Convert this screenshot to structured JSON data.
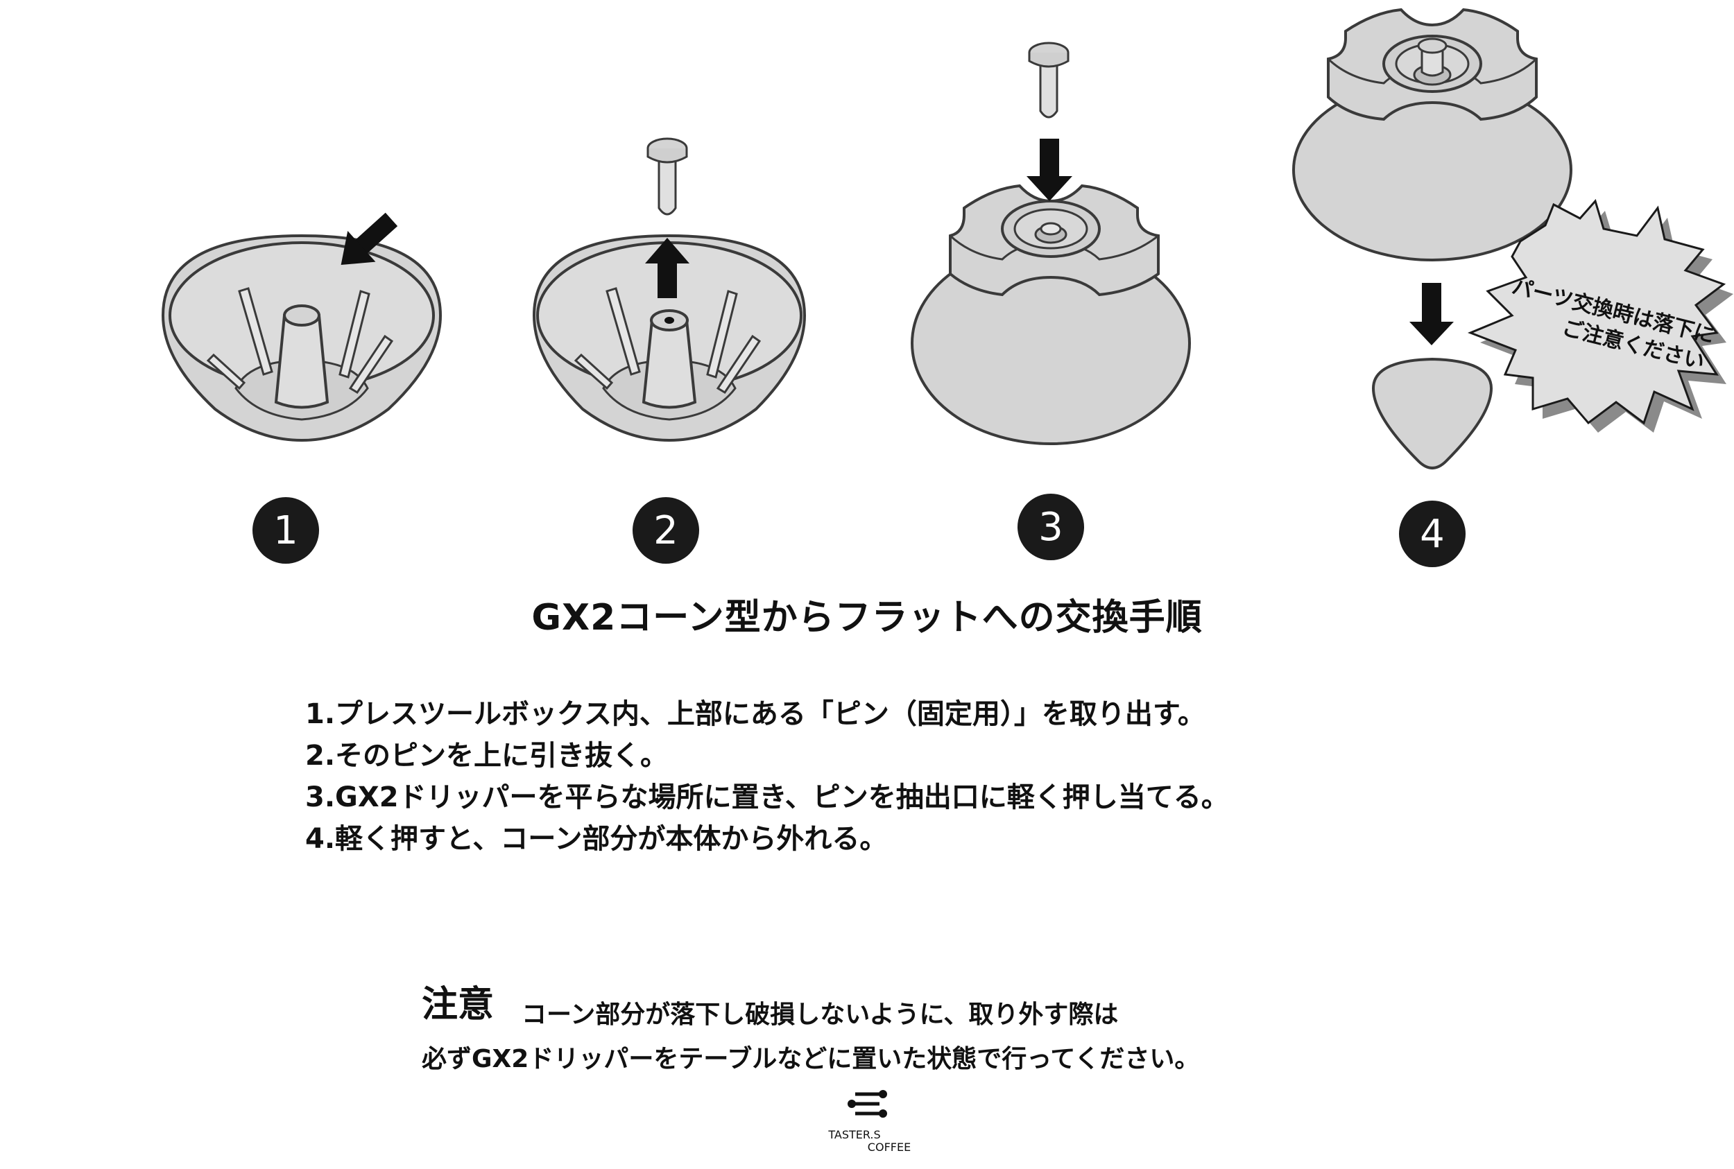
{
  "diagram": {
    "step_badges": [
      "1",
      "2",
      "3",
      "4"
    ],
    "warning_burst": {
      "line1": "パーツ交換時は落下に",
      "line2": "ご注意ください"
    }
  },
  "title": "GX2コーン型からフラットへの交換手順",
  "steps": [
    "1.プレスツールボックス内、上部にある「ピン（固定用）」を取り出す。",
    "2.そのピンを上に引き抜く。",
    "3.GX2ドリッパーを平らな場所に置き、ピンを抽出口に軽く押し当てる。",
    "4.軽く押すと、コーン部分が本体から外れる。"
  ],
  "caution": {
    "heading": "注意",
    "line1": "コーン部分が落下し破損しないように、取り外す際は",
    "line2": "必ずGX2ドリッパーをテーブルなどに置いた状態で行ってください。"
  },
  "logo": {
    "line1": "TASTER.S",
    "line2": "COFFEE"
  },
  "colors": {
    "part_fill": "#d4d4d4",
    "outline": "#3a3a3a",
    "arrow": "#111111",
    "badge": "#1a1a1a",
    "burst_fill": "#e0e0e0",
    "burst_shadow": "#8a8a8a"
  }
}
